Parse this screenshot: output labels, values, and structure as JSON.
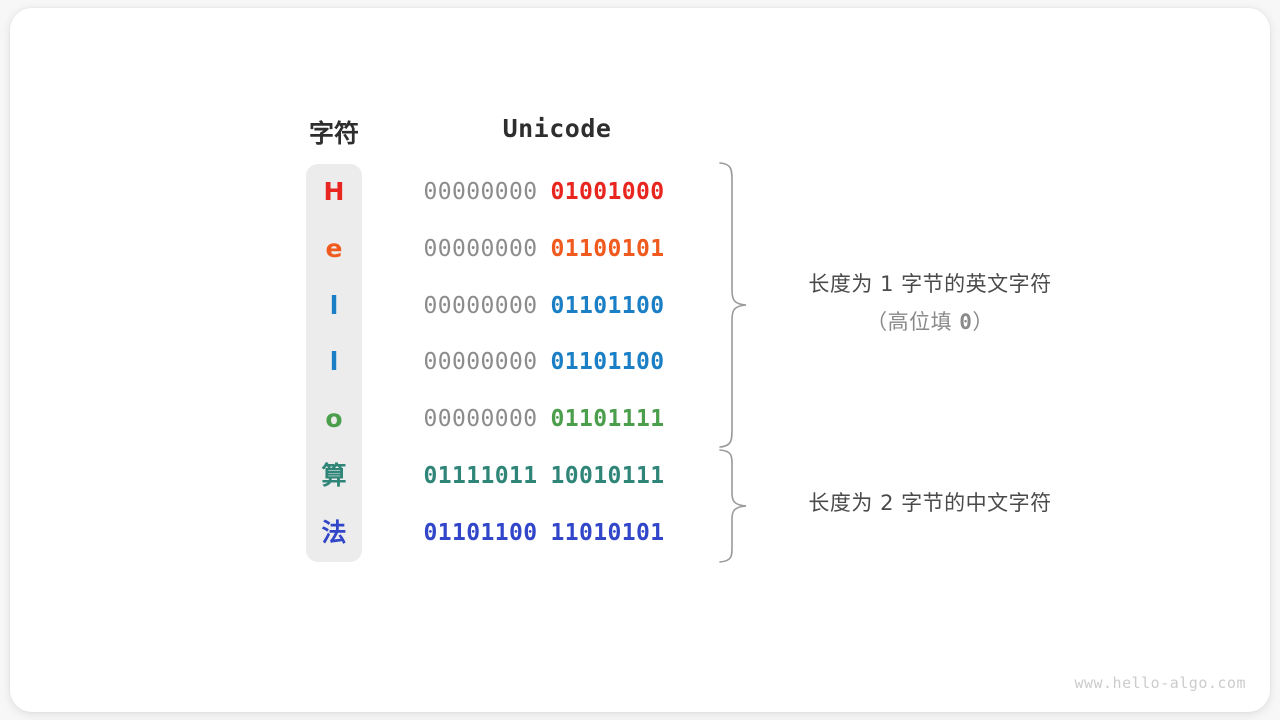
{
  "watermark": "www.hello-algo.com",
  "headers": {
    "char": "字符",
    "unicode": "Unicode"
  },
  "rows": [
    {
      "char": "H",
      "color": "#e8251f",
      "high_byte": "00000000",
      "low_byte": "01001000",
      "high_gray": true
    },
    {
      "char": "e",
      "color": "#f05a1e",
      "high_byte": "00000000",
      "low_byte": "01100101",
      "high_gray": true
    },
    {
      "char": "l",
      "color": "#1a7fc4",
      "high_byte": "00000000",
      "low_byte": "01101100",
      "high_gray": true
    },
    {
      "char": "l",
      "color": "#1a7fc4",
      "high_byte": "00000000",
      "low_byte": "01101100",
      "high_gray": true
    },
    {
      "char": "o",
      "color": "#4b9e4b",
      "high_byte": "00000000",
      "low_byte": "01101111",
      "high_gray": true
    },
    {
      "char": "算",
      "color": "#2f8577",
      "high_byte": "01111011",
      "low_byte": "10010111",
      "high_gray": false
    },
    {
      "char": "法",
      "color": "#3146c9",
      "high_byte": "01101100",
      "low_byte": "11010101",
      "high_gray": false
    }
  ],
  "annotations": [
    {
      "line1": "长度为 1 字节的英文字符",
      "line2_prefix": "（高位填 ",
      "line2_zero": "0",
      "line2_suffix": "）"
    },
    {
      "line1": "长度为 2 字节的中文字符",
      "line2_prefix": "",
      "line2_zero": "",
      "line2_suffix": ""
    }
  ],
  "colors": {
    "gray_byte": "#8c8c8c",
    "pill_bg": "#ececec",
    "brace_stroke": "#9a9a9a",
    "card_bg": "#ffffff",
    "page_bg": "#f7f7f7"
  }
}
